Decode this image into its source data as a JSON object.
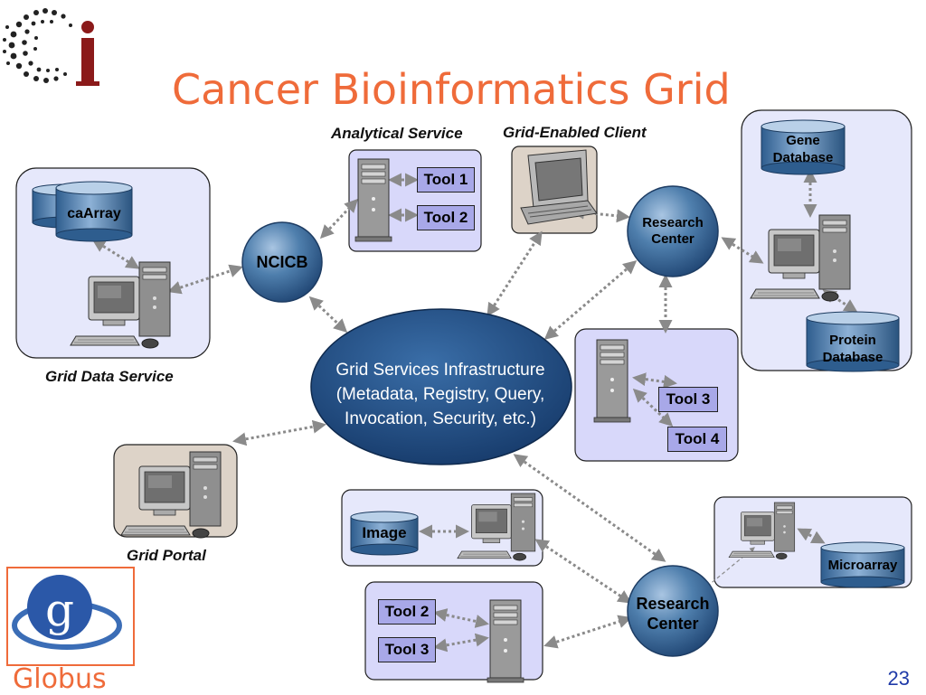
{
  "slide": {
    "title": "Cancer Bioinformatics Grid",
    "page_number": "23",
    "footer_logo_text": "Globus"
  },
  "captions": {
    "analytical_service": "Analytical Service",
    "grid_enabled_client": "Grid-Enabled Client",
    "grid_data_service": "Grid Data Service",
    "grid_portal": "Grid Portal"
  },
  "nodes": {
    "ncicb": "NCICB",
    "research_center_top": "Research\nCenter",
    "research_center_bottom": "Research\nCenter",
    "infrastructure_line1": "Grid Services Infrastructure",
    "infrastructure_line2": "(Metadata, Registry, Query,",
    "infrastructure_line3": "Invocation, Security, etc.)"
  },
  "databases": {
    "caarray": "caArray",
    "gene_line1": "Gene",
    "gene_line2": "Database",
    "protein_line1": "Protein",
    "protein_line2": "Database",
    "image": "Image",
    "microarray": "Microarray"
  },
  "tools": {
    "analytical_tool1": "Tool 1",
    "analytical_tool2": "Tool 2",
    "center_tool3": "Tool 3",
    "center_tool4": "Tool 4",
    "bottom_tool2": "Tool 2",
    "bottom_tool3": "Tool 3"
  },
  "colors": {
    "title": "#ef6b3a",
    "panel_fill": "#e6e8fb",
    "panel_fill_alt": "#d8d8fa",
    "tool_fill": "#a8a8e8",
    "node_blue": "#2f5f90",
    "connector": "#8a8a8a",
    "page_number": "#1f3aa8"
  }
}
